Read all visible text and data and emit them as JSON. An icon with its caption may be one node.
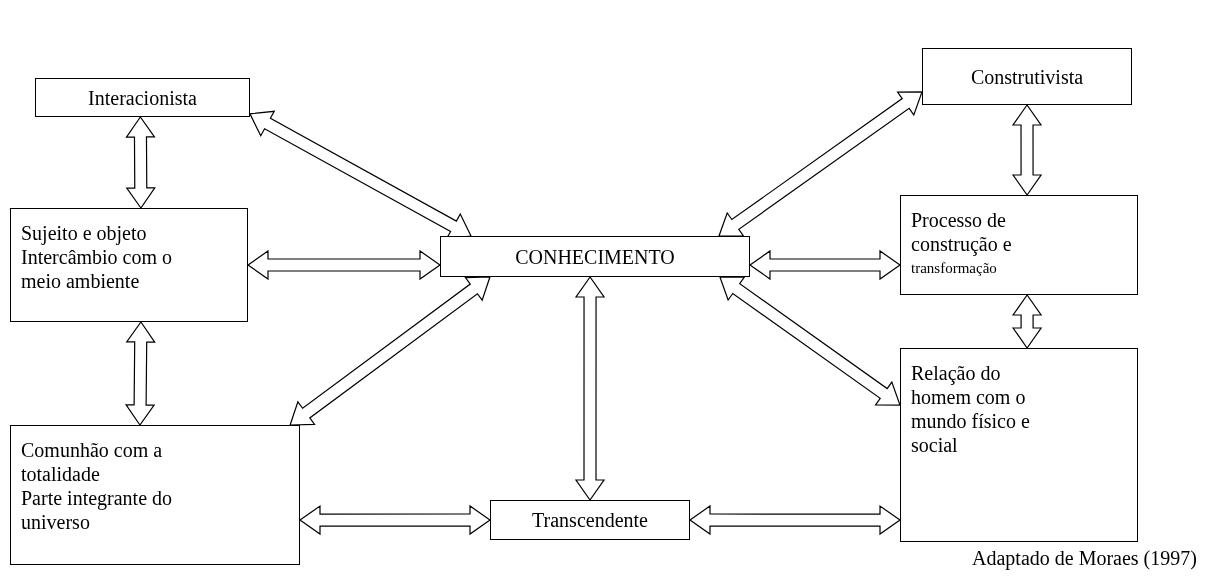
{
  "diagram": {
    "nodes": [
      {
        "text": [
          "Interacionista"
        ]
      },
      {
        "text": [
          "Construtivista"
        ]
      },
      {
        "text": [
          "Sujeito e objeto",
          "Intercâmbio com o meio ambiente"
        ]
      },
      {
        "text": [
          "CONHECIMENTO"
        ]
      },
      {
        "text": [
          "Processo de construção e",
          "transformação"
        ]
      },
      {
        "text": [
          "Comunhão com a totalidade",
          "Parte integrante do universo"
        ]
      },
      {
        "text": [
          "Transcendente"
        ]
      },
      {
        "text": [
          "Relação do homem com o mundo físico e social"
        ]
      }
    ],
    "edges": [
      {
        "from": 0,
        "to": 2,
        "arrow": "both"
      },
      {
        "from": 0,
        "to": 3,
        "arrow": "both"
      },
      {
        "from": 1,
        "to": 3,
        "arrow": "both"
      },
      {
        "from": 1,
        "to": 4,
        "arrow": "both"
      },
      {
        "from": 2,
        "to": 3,
        "arrow": "both"
      },
      {
        "from": 3,
        "to": 4,
        "arrow": "both"
      },
      {
        "from": 2,
        "to": 5,
        "arrow": "both"
      },
      {
        "from": 4,
        "to": 7,
        "arrow": "both"
      },
      {
        "from": 3,
        "to": 5,
        "arrow": "both"
      },
      {
        "from": 3,
        "to": 6,
        "arrow": "both"
      },
      {
        "from": 3,
        "to": 7,
        "arrow": "both"
      },
      {
        "from": 5,
        "to": 6,
        "arrow": "both"
      },
      {
        "from": 6,
        "to": 7,
        "arrow": "both"
      }
    ],
    "labels": [
      "Adaptado de Moraes (1997)"
    ]
  }
}
